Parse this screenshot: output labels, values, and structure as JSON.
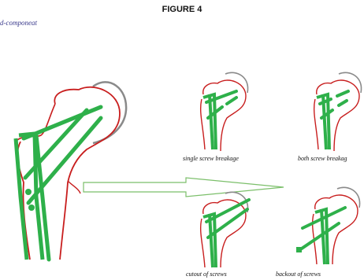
{
  "figure": {
    "title": "FIGURE 4",
    "corner_label": "d-componeat"
  },
  "captions": {
    "single": "single screw breakage",
    "both": "both screw breakag",
    "cutout": "cutout of screws",
    "backout": "backout of screws"
  },
  "colors": {
    "implant": "#2eb04a",
    "bone_outline": "#c81e1e",
    "head_outline": "#8a8a8a",
    "arrow_outline": "#7bbf6a"
  }
}
